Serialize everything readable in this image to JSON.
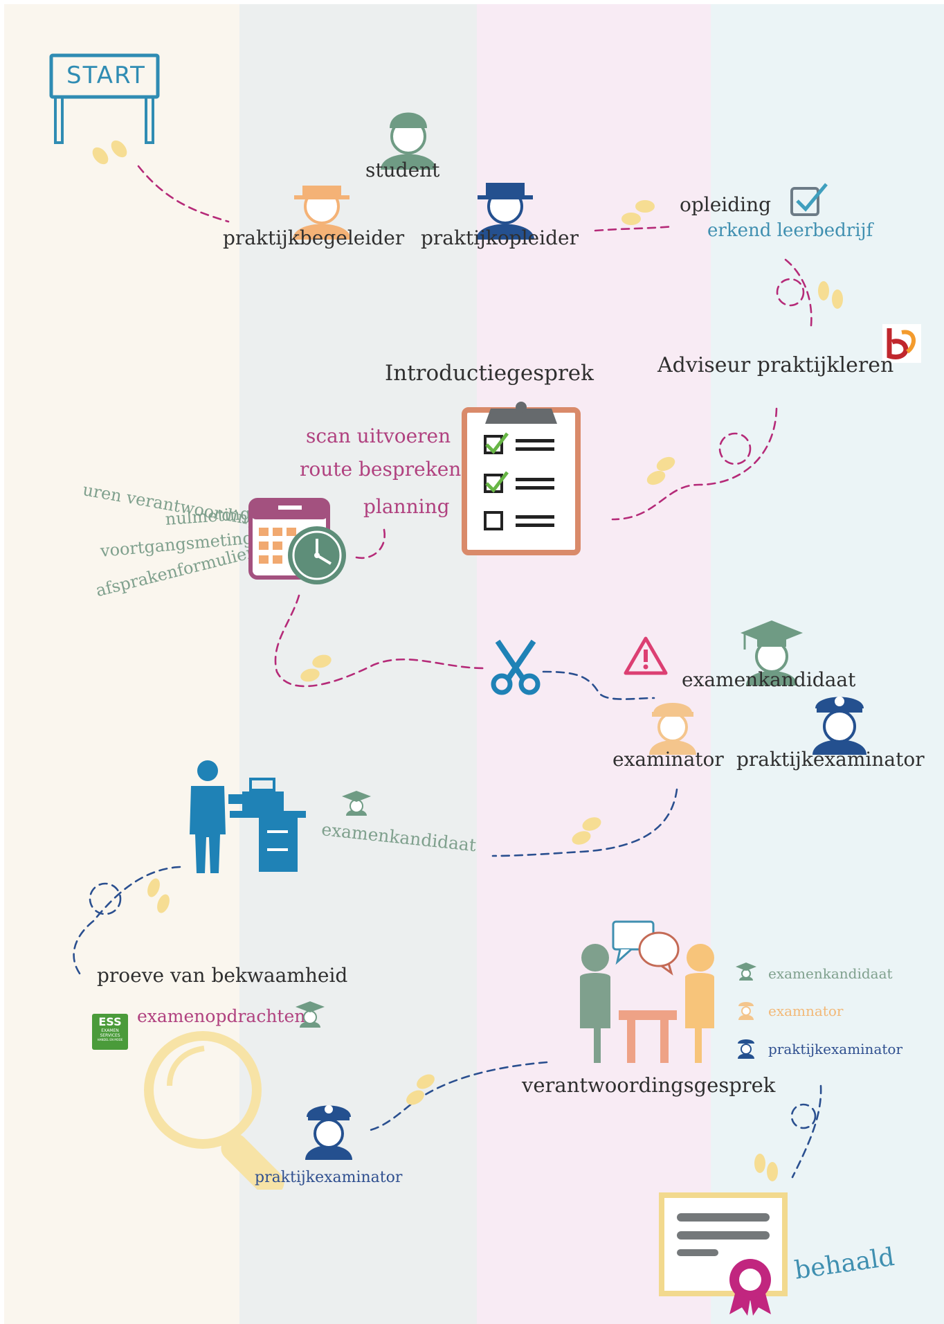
{
  "colors": {
    "band_cream": "#faf6ee",
    "band_grey": "#ecefef",
    "band_pink": "#f8ebf4",
    "band_blue": "#ebf4f6",
    "teal": "#2f8cb3",
    "sage": "#6f9b84",
    "peach": "#f4b276",
    "navy": "#24508f",
    "magenta": "#c1267f",
    "copper": "#d98a6a",
    "yellow": "#f6dd93"
  },
  "start": {
    "label": "START"
  },
  "roles": {
    "student": "student",
    "praktijkbegeleider": "praktijkbegeleider",
    "praktijkopleider": "praktijkopleider"
  },
  "opleiding": {
    "label": "opleiding",
    "sub": "erkend leerbedrijf"
  },
  "adviseur": {
    "label": "Adviseur praktijkleren"
  },
  "intro": {
    "title": "Introductiegesprek",
    "steps": [
      "scan uitvoeren",
      "route bespreken",
      "planning"
    ]
  },
  "documents": [
    "uren verantwoording",
    "nulmeting",
    "voortgangsmeting",
    "afsprakenformulier"
  ],
  "exam_stage": {
    "examenkandidaat": "examenkandidaat",
    "examinator": "examinator",
    "praktijkexaminator": "praktijkexaminator"
  },
  "workplace": {
    "examenkandidaat": "examenkandidaat"
  },
  "proeve": {
    "title": "proeve van bekwaamheid",
    "opdrachten": "examenopdrachten",
    "ess_logo": [
      "ESS",
      "EXAMEN",
      "SERVICES",
      "HANDEL EN MODE"
    ],
    "praktijkexaminator": "praktijkexaminator"
  },
  "verantwoording": {
    "title": "verantwoordingsgesprek",
    "legend": [
      "examenkandidaat",
      "examnator",
      "praktijkexaminator"
    ]
  },
  "final": {
    "label": "behaald"
  },
  "icons": [
    "start-sign-icon",
    "footprints-icon",
    "checkbox-icon",
    "sbb-logo-icon",
    "clipboard-icon",
    "calendar-clock-icon",
    "scissors-icon",
    "warning-icon",
    "graduate-icon",
    "police-officer-icon",
    "cashier-icon",
    "ess-logo-icon",
    "magnifier-icon",
    "conversation-icon",
    "certificate-icon"
  ]
}
